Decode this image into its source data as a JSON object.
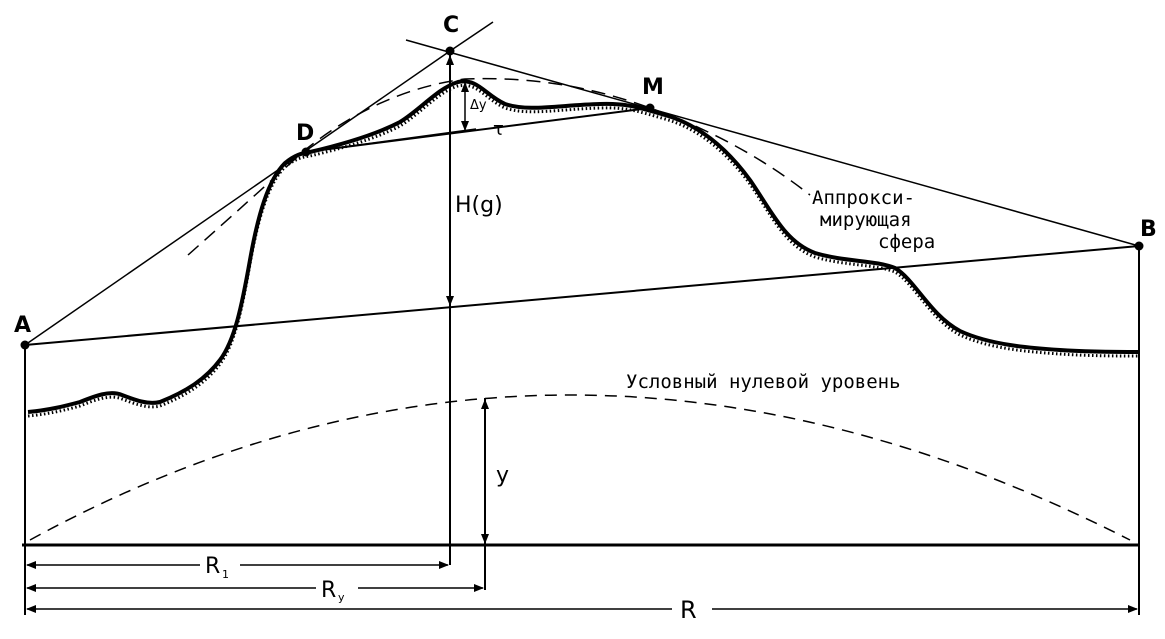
{
  "points": {
    "A": "A",
    "B": "B",
    "C": "C",
    "D": "D",
    "M": "M"
  },
  "labels": {
    "delta_y": "Δy",
    "tau": "τ",
    "height": "H(g)",
    "y": "y",
    "r1": "R",
    "r1_sub": "1",
    "ry": "R",
    "ry_sub": "y",
    "r": "R"
  },
  "annotations": {
    "sphere_line1": "Аппрокси-",
    "sphere_line2": "мирующая",
    "sphere_line3": "сфера",
    "zero_level": "Условный нулевой уровень"
  },
  "colors": {
    "ink": "#000000",
    "paper": "#ffffff"
  }
}
